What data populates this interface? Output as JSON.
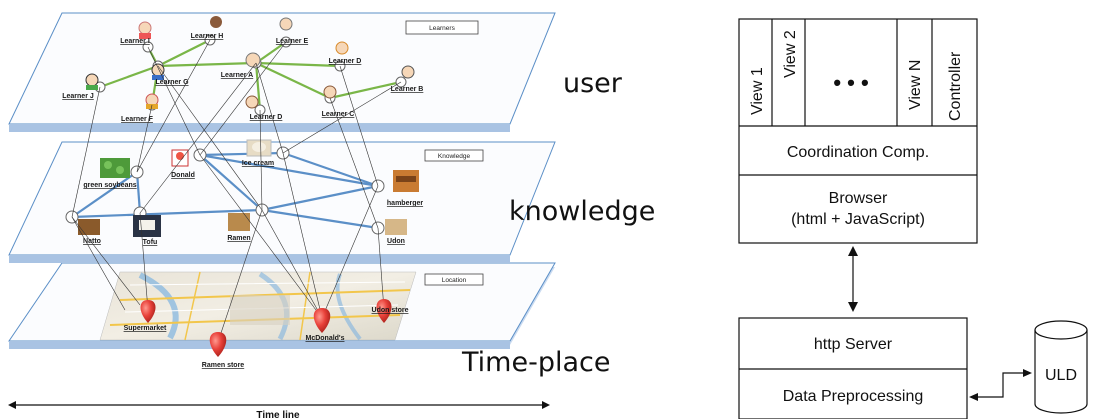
{
  "layers": {
    "user": {
      "box_title": "Learners",
      "caption": "user"
    },
    "knowledge": {
      "box_title": "Knowledge",
      "caption": "knowledge"
    },
    "place": {
      "box_title": "Location",
      "caption": "Time-place"
    }
  },
  "learners": [
    "Learner I",
    "Learner H",
    "Learner E",
    "Learner G",
    "Learner A",
    "Learner D",
    "Learner J",
    "Learner B",
    "Learner F",
    "Learner D",
    "Learner C"
  ],
  "knowledge_items": [
    "green soybeans",
    "Donald",
    "Ice cream",
    "hamberger",
    "Natto",
    "Tofu",
    "Ramen",
    "Udon"
  ],
  "places": [
    "Supermarket",
    "McDonald's",
    "Udon store",
    "Ramen store"
  ],
  "timeline_label": "Time line",
  "architecture": {
    "views": [
      "View 1",
      "View 2",
      "View N",
      "Controller"
    ],
    "ellipsis": "• • •",
    "coordination": "Coordination Comp.",
    "browser_line1": "Browser",
    "browser_line2": "(html + JavaScript)",
    "http_server": "http Server",
    "data_preprocessing": "Data Preprocessing",
    "database": "ULD"
  },
  "colors": {
    "plane_fill": "#ffffff",
    "plane_edge": "#5b8fc7",
    "learner_link": "#7ab648",
    "knowledge_link": "#5b8fc7",
    "pin": "#e8413a"
  }
}
